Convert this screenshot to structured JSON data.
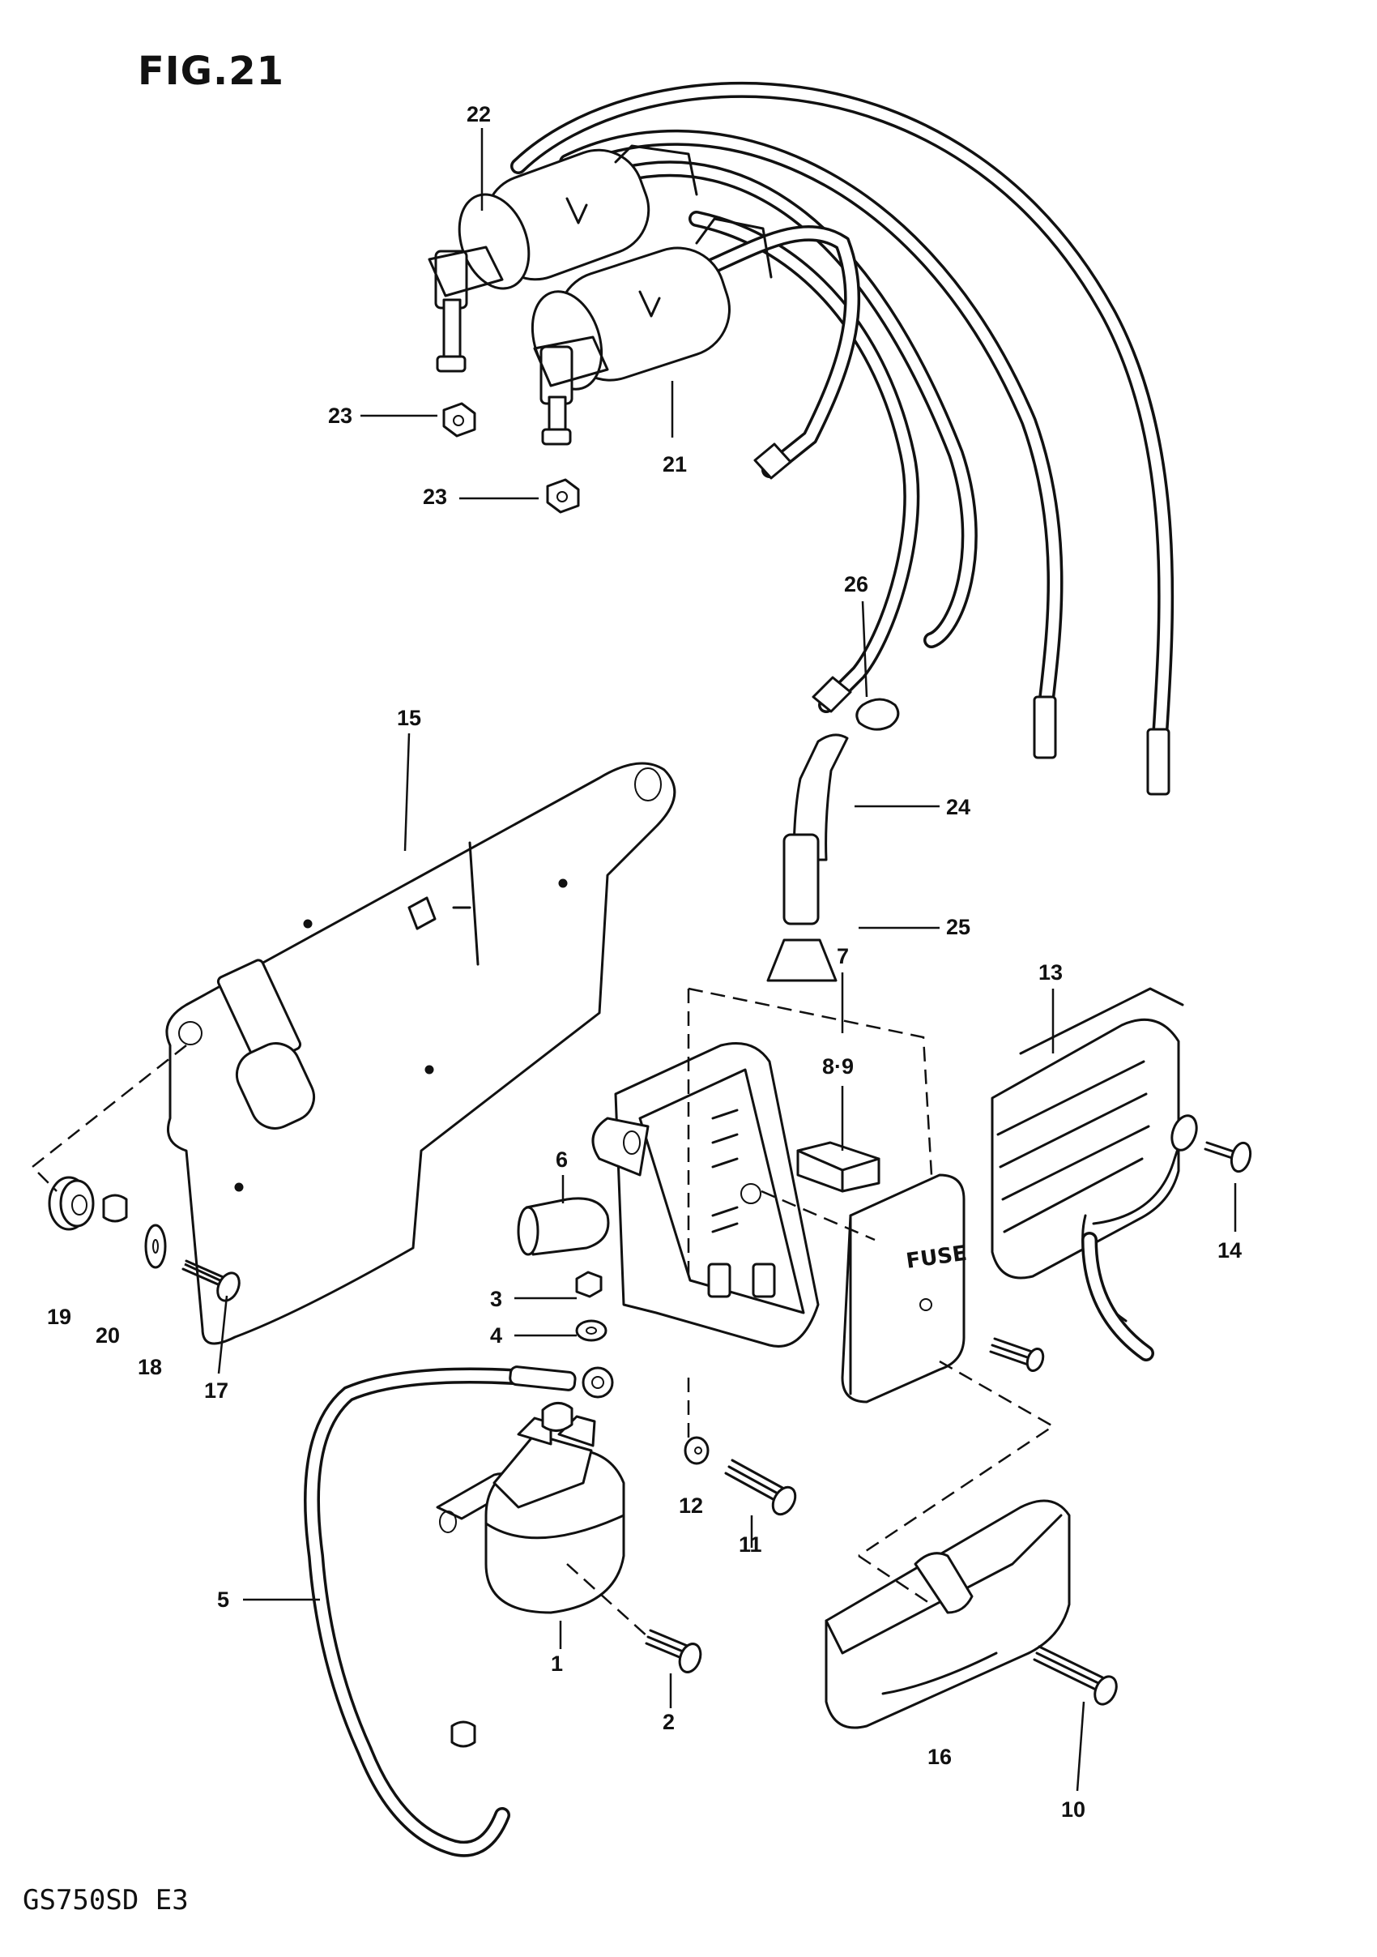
{
  "figure_label": "FIG.21",
  "model_code": "GS750SD E3",
  "fuse_cover_text": "FUSE",
  "callouts": [
    {
      "id": "22",
      "text": "22"
    },
    {
      "id": "21",
      "text": "21"
    },
    {
      "id": "23a",
      "text": "23"
    },
    {
      "id": "23b",
      "text": "23"
    },
    {
      "id": "26",
      "text": "26"
    },
    {
      "id": "24",
      "text": "24"
    },
    {
      "id": "25",
      "text": "25"
    },
    {
      "id": "15",
      "text": "15"
    },
    {
      "id": "7",
      "text": "7"
    },
    {
      "id": "8-9",
      "text": "8·9"
    },
    {
      "id": "13",
      "text": "13"
    },
    {
      "id": "14",
      "text": "14"
    },
    {
      "id": "6",
      "text": "6"
    },
    {
      "id": "3",
      "text": "3"
    },
    {
      "id": "4",
      "text": "4"
    },
    {
      "id": "19",
      "text": "19"
    },
    {
      "id": "20",
      "text": "20"
    },
    {
      "id": "18",
      "text": "18"
    },
    {
      "id": "17",
      "text": "17"
    },
    {
      "id": "12",
      "text": "12"
    },
    {
      "id": "11",
      "text": "11"
    },
    {
      "id": "5",
      "text": "5"
    },
    {
      "id": "1",
      "text": "1"
    },
    {
      "id": "2",
      "text": "2"
    },
    {
      "id": "16",
      "text": "16"
    },
    {
      "id": "10",
      "text": "10"
    }
  ]
}
